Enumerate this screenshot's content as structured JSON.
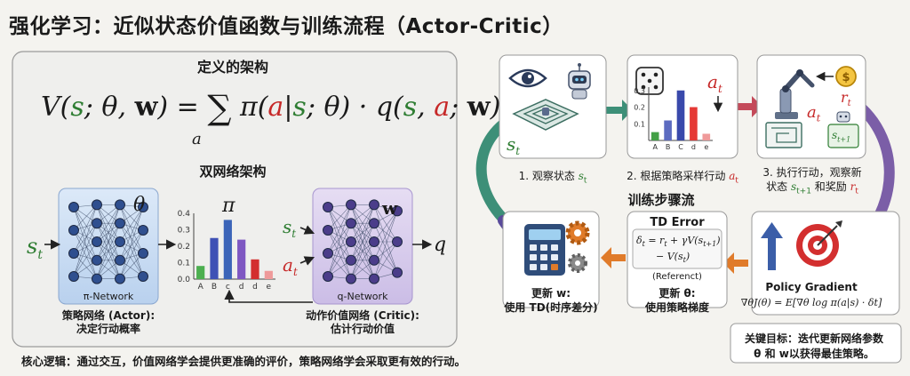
{
  "title": "强化学习：近似状态价值函数与训练流程（Actor-Critic）",
  "definition": {
    "heading": "定义的架构",
    "formula_parts": [
      "V(",
      "s",
      "; θ, ",
      "w",
      ") = ",
      "∑",
      "a",
      " π(",
      "a",
      "|",
      "s",
      "; θ) · q(",
      "s",
      ", ",
      "a",
      "; ",
      "w",
      ")"
    ]
  },
  "dual_network": {
    "heading": "双网络架构",
    "theta": "θ",
    "pi": "π",
    "w": "w",
    "input_s": "s",
    "input_s_sub": "t",
    "q_input_s": "s",
    "q_input_s_sub": "t",
    "q_input_a": "a",
    "q_input_a_sub": "t",
    "output_q": "q",
    "policy_net": {
      "name": "π-Network",
      "caption_line1": "策略网络 (Actor):",
      "caption_line2": "决定行动概率"
    },
    "value_net": {
      "name": "q-Network",
      "caption_line1": "动作价值网络 (Critic):",
      "caption_line2": "估计行动价值"
    }
  },
  "prob_chart": {
    "yticks": [
      "0.4",
      "0.3",
      "0.2",
      "0.1",
      "0.0"
    ],
    "categories": [
      "A",
      "B",
      "c",
      "d",
      "d",
      "e"
    ],
    "values": [
      0.08,
      0.25,
      0.36,
      0.24,
      0.12,
      0.05
    ],
    "colors": [
      "#4caf50",
      "#3f51b5",
      "#3b64b8",
      "#7e57c2",
      "#d32f2f",
      "#ef9a9a"
    ]
  },
  "mini_chart": {
    "yticks": [
      "0.3",
      "0.2",
      "0.1"
    ],
    "categories": [
      "A",
      "B",
      "C",
      "d",
      "e"
    ],
    "values": [
      0.05,
      0.12,
      0.3,
      0.2,
      0.04
    ],
    "colors": [
      "#43a047",
      "#5c6bc0",
      "#3949ab",
      "#e53935",
      "#ef9a9a"
    ]
  },
  "core_logic": "核心逻辑：通过交互，价值网络学会提供更准确的评价，策略网络学会采取更有效的行动。",
  "training": {
    "heading": "训练步骤流",
    "step1": {
      "text": "1. 观察状态 ",
      "sym": "s",
      "sub": "t",
      "icon_sym": "s",
      "icon_sub": "t"
    },
    "step2": {
      "text": "2. 根据策略采样行动 ",
      "sym": "a",
      "sub": "t",
      "icon_sym": "a",
      "icon_sub": "t"
    },
    "step3": {
      "line1": "3. 执行行动，观察新",
      "line2_a": "状态 ",
      "line2_s": "s",
      "line2_sub": "t+1",
      "line2_b": " 和奖励 ",
      "line2_r": "r",
      "line2_rsub": "t",
      "icon_r": "r",
      "icon_rsub": "t",
      "icon_a": "a",
      "icon_asub": "t",
      "icon_next": "s",
      "icon_next_sub": "t+1"
    },
    "td": {
      "title": "TD Error",
      "line1": "δ",
      "line1_sub": "t",
      "line1_rest": " = r",
      "line1_rsub": "t",
      "line1_tail": " + γV(s",
      "line1_tsub": "t+1",
      "line1_end": ")",
      "line2": "− V(s",
      "line2_sub": "t",
      "line2_end": ")",
      "reference": "(Referenct)",
      "update_line1": "更新 θ:",
      "update_line2": "使用策略梯度"
    },
    "update_w": {
      "line1": "更新 w:",
      "line2": "使用 TD(时序差分)"
    },
    "pg": {
      "title": "Policy Gradient",
      "formula": "∇θJ(θ) = E[∇θ log π(a|s) · δt]"
    },
    "key_goal": {
      "line1": "关键目标：迭代更新网络参数",
      "line2": "θ 和 w以获得最佳策略。"
    }
  },
  "colors": {
    "bg": "#f4f3ef",
    "panel": "#eeeeec",
    "green": "#2e7d32",
    "red": "#c62828",
    "blue_net": "#cfe0f5",
    "purple_net": "#ddd3ee"
  }
}
